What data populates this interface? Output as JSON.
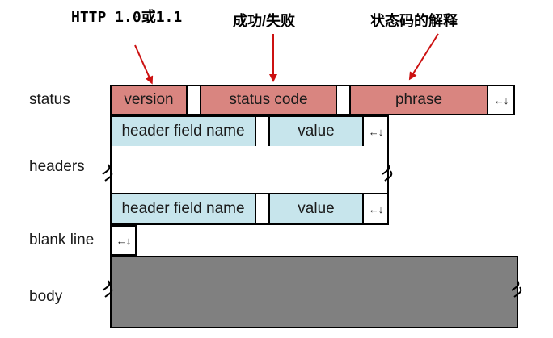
{
  "annotations": {
    "version": "HTTP 1.0或1.1",
    "status_code": "成功/失败",
    "phrase": "状态码的解释"
  },
  "row_labels": {
    "status": "status",
    "headers": "headers",
    "blank_line": "blank line",
    "body": "body"
  },
  "status_line": {
    "version": "version",
    "status_code": "status code",
    "phrase": "phrase",
    "crlf": "←↓"
  },
  "header_line_1": {
    "name": "header field name",
    "value": "value",
    "crlf": "←↓"
  },
  "header_line_2": {
    "name": "header field name",
    "value": "value",
    "crlf": "←↓"
  },
  "blank_line_crlf": "←↓",
  "colors": {
    "status_fields": "#d98580",
    "header_fields": "#c7e5ec",
    "body": "#808080",
    "arrows": "#cc1111"
  }
}
